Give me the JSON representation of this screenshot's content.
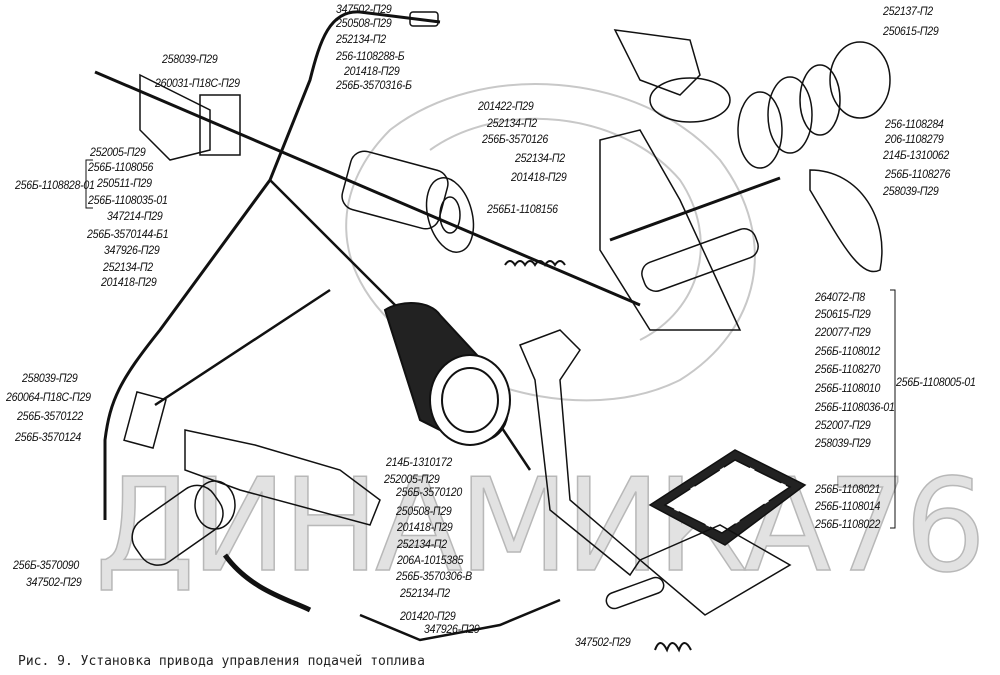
{
  "caption": "Рис. 9. Установка привода управления подачей топлива",
  "watermark": "ДИНАМИКА76",
  "labels": [
    "347502-П29",
    "250508-П29",
    "252134-П2",
    "256-1108288-Б",
    "201418-П29",
    "256Б-3570316-Б",
    "258039-П29",
    "260031-П18С-П29",
    "252005-П29",
    "256Б-1108056",
    "256Б-1108828-01",
    "250511-П29",
    "256Б-1108035-01",
    "347214-П29",
    "256Б-3570144-Б1",
    "347926-П29",
    "252134-П2",
    "201418-П29",
    "201422-П29",
    "252134-П2",
    "256Б-3570126",
    "252134-П2",
    "201418-П29",
    "256Б1-1108156",
    "252137-П2",
    "250615-П29",
    "256-1108284",
    "206-1108279",
    "214Б-1310062",
    "256Б-1108276",
    "258039-П29",
    "264072-П8",
    "250615-П29",
    "220077-П29",
    "256Б-1108012",
    "256Б-1108270",
    "256Б-1108010",
    "256Б-1108036-01",
    "252007-П29",
    "258039-П29",
    "256Б-1108005-01",
    "256Б-1108021",
    "256Б-1108014",
    "256Б-1108022",
    "347502-П29",
    "258039-П29",
    "260064-П18С-П29",
    "256Б-3570122",
    "256Б-3570124",
    "256Б-3570090",
    "347502-П29",
    "214Б-1310172",
    "252005-П29",
    "256Б-3570120",
    "250508-П29",
    "201418-П29",
    "252134-П2",
    "206А-1015385",
    "256Б-3570306-В",
    "252134-П2",
    "201420-П29",
    "347926-П29"
  ],
  "colors": {
    "ink": "#111111",
    "watermark": "#c8c8c8",
    "background": "#ffffff"
  }
}
